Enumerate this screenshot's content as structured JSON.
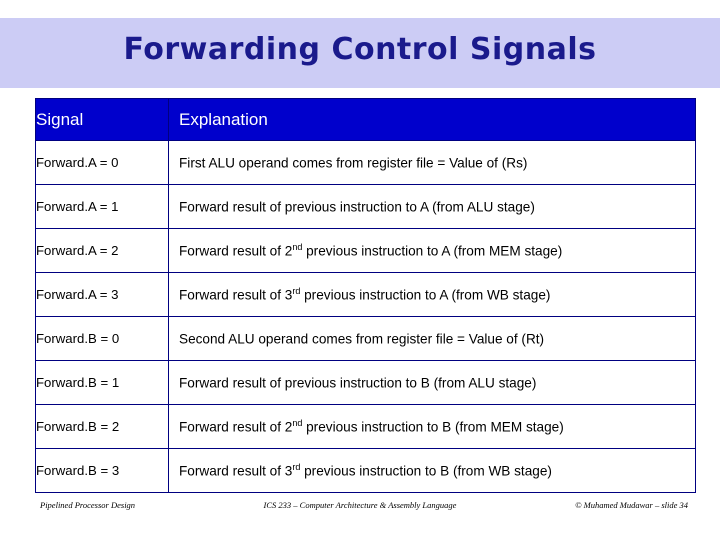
{
  "slide": {
    "title": "Forwarding Control Signals",
    "title_band_color": "#ccccf5",
    "title_text_color": "#1a1a8c",
    "header_bg_color": "#0000cc",
    "border_color": "#000080"
  },
  "table": {
    "headers": [
      "Signal",
      "Explanation"
    ],
    "rows": [
      {
        "signal": "Forward.A = 0",
        "explanation_pre": "First ALU operand comes from register file = Value of (Rs)",
        "explanation_sup": "",
        "explanation_post": ""
      },
      {
        "signal": "Forward.A = 1",
        "explanation_pre": "Forward result of previous instruction to A (from ALU stage)",
        "explanation_sup": "",
        "explanation_post": ""
      },
      {
        "signal": "Forward.A = 2",
        "explanation_pre": "Forward result of 2",
        "explanation_sup": "nd",
        "explanation_post": " previous instruction to A (from MEM stage)"
      },
      {
        "signal": "Forward.A = 3",
        "explanation_pre": "Forward result of 3",
        "explanation_sup": "rd",
        "explanation_post": " previous instruction to A (from WB stage)"
      },
      {
        "signal": "Forward.B = 0",
        "explanation_pre": "Second ALU operand comes from register file = Value of (Rt)",
        "explanation_sup": "",
        "explanation_post": ""
      },
      {
        "signal": "Forward.B = 1",
        "explanation_pre": "Forward result of previous instruction to B (from ALU stage)",
        "explanation_sup": "",
        "explanation_post": ""
      },
      {
        "signal": "Forward.B = 2",
        "explanation_pre": "Forward result of 2",
        "explanation_sup": "nd",
        "explanation_post": " previous instruction to B (from MEM stage)"
      },
      {
        "signal": "Forward.B = 3",
        "explanation_pre": "Forward result of 3",
        "explanation_sup": "rd",
        "explanation_post": " previous instruction to B (from WB stage)"
      }
    ]
  },
  "footer": {
    "left": "Pipelined Processor Design",
    "center": "ICS 233 – Computer Architecture & Assembly Language",
    "right": "© Muhamed Mudawar – slide 34"
  }
}
